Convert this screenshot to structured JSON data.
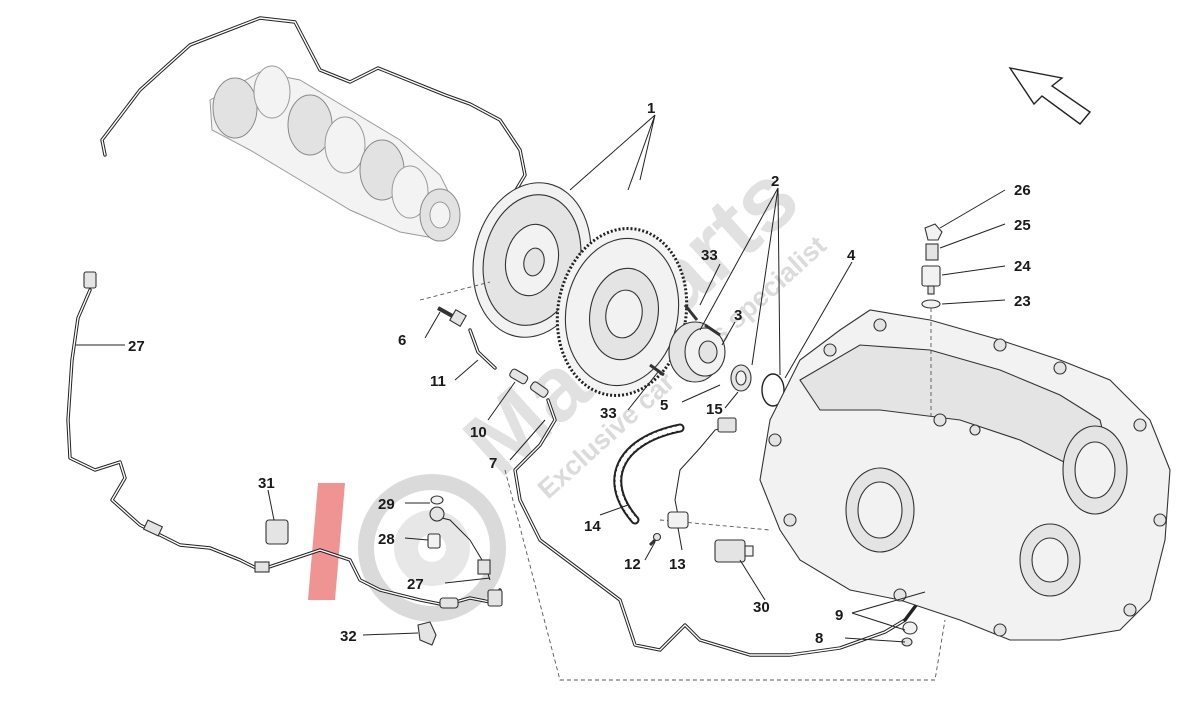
{
  "watermark": {
    "brand": "MaxParts",
    "tagline": "Exclusive car parts specialist",
    "logo_color": "#e23b3b"
  },
  "callouts": [
    {
      "id": "c1",
      "label": "1"
    },
    {
      "id": "c2",
      "label": "2"
    },
    {
      "id": "c3",
      "label": "3"
    },
    {
      "id": "c4",
      "label": "4"
    },
    {
      "id": "c5",
      "label": "5"
    },
    {
      "id": "c6",
      "label": "6"
    },
    {
      "id": "c7",
      "label": "7"
    },
    {
      "id": "c8",
      "label": "8"
    },
    {
      "id": "c9",
      "label": "9"
    },
    {
      "id": "c10",
      "label": "10"
    },
    {
      "id": "c11",
      "label": "11"
    },
    {
      "id": "c12",
      "label": "12"
    },
    {
      "id": "c13",
      "label": "13"
    },
    {
      "id": "c14",
      "label": "14"
    },
    {
      "id": "c15",
      "label": "15"
    },
    {
      "id": "c23",
      "label": "23"
    },
    {
      "id": "c24",
      "label": "24"
    },
    {
      "id": "c25",
      "label": "25"
    },
    {
      "id": "c26",
      "label": "26"
    },
    {
      "id": "c27a",
      "label": "27"
    },
    {
      "id": "c27b",
      "label": "27"
    },
    {
      "id": "c28",
      "label": "28"
    },
    {
      "id": "c29",
      "label": "29"
    },
    {
      "id": "c30",
      "label": "30"
    },
    {
      "id": "c31",
      "label": "31"
    },
    {
      "id": "c32",
      "label": "32"
    },
    {
      "id": "c33a",
      "label": "33"
    },
    {
      "id": "c33b",
      "label": "33"
    }
  ]
}
